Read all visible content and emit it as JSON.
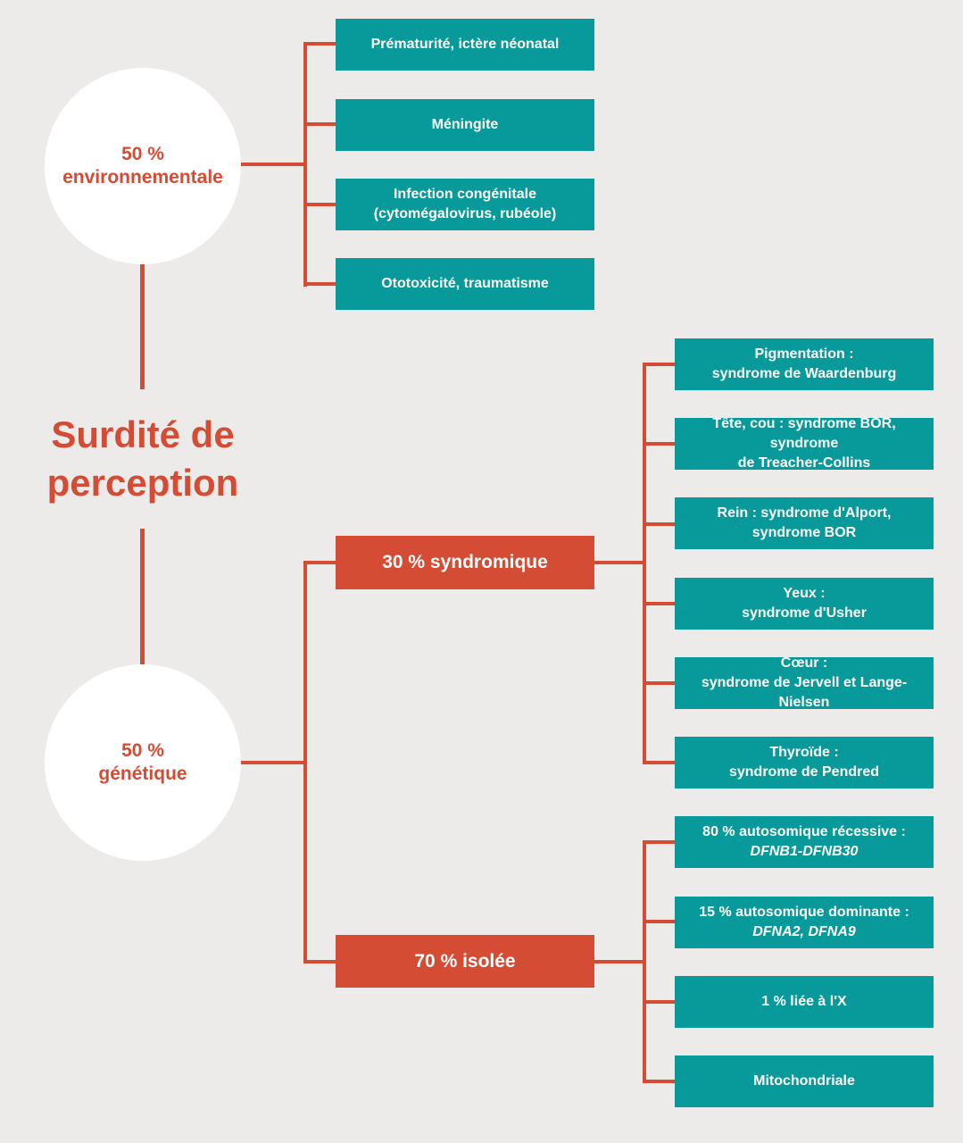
{
  "colors": {
    "accent_red": "#d34c33",
    "teal": "#08999a",
    "background": "#edeaea"
  },
  "title": {
    "line1": "Surdité de",
    "line2": "perception"
  },
  "environmental": {
    "line1": "50 %",
    "line2": "environnementale",
    "causes": [
      {
        "line1": "Prématurité, ictère néonatal"
      },
      {
        "line1": "Méningite"
      },
      {
        "line1": "Infection congénitale",
        "line2": "(cytomégalovirus, rubéole)"
      },
      {
        "line1": "Ototoxicité, traumatisme"
      }
    ]
  },
  "genetic": {
    "line1": "50 %",
    "line2": "génétique",
    "syndromic": {
      "label": "30 % syndromique",
      "items": [
        {
          "line1": "Pigmentation :",
          "line2": "syndrome de Waardenburg"
        },
        {
          "line1": "Tête, cou : syndrome  BOR, syndrome",
          "line2": "de Treacher-Collins"
        },
        {
          "line1": "Rein : syndrome d'Alport,",
          "line2": "syndrome BOR"
        },
        {
          "line1": "Yeux :",
          "line2": "syndrome d'Usher"
        },
        {
          "line1": "Cœur :",
          "line2": "syndrome de Jervell et Lange-Nielsen"
        },
        {
          "line1": "Thyroïde :",
          "line2": "syndrome de Pendred"
        }
      ]
    },
    "isolated": {
      "label": "70 % isolée",
      "items": [
        {
          "line1": "80 % autosomique récessive :",
          "line2": "DFNB1-DFNB30"
        },
        {
          "line1": "15 % autosomique dominante :",
          "line2": "DFNA2, DFNA9"
        },
        {
          "line1": "1 % liée à l'X"
        },
        {
          "line1": "Mitochondriale"
        }
      ]
    }
  }
}
